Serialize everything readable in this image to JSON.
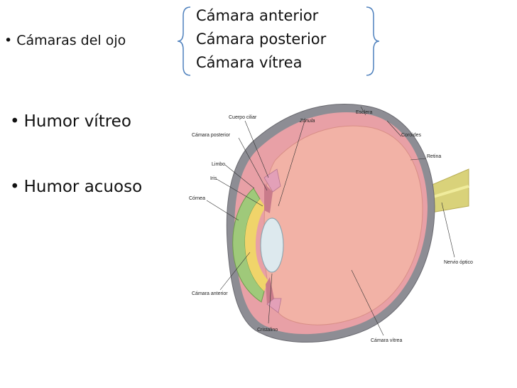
{
  "bullets": {
    "camaras": "Cámaras del ojo",
    "humor_vitreo": "Humor vítreo",
    "humor_acuoso": "Humor acuoso",
    "marker": "•"
  },
  "chambers": [
    "Cámara anterior",
    "Cámara posterior",
    "Cámara vítrea"
  ],
  "eye_labels": {
    "cuerpo_ciliar": "Cuerpo ciliar",
    "zonula": "Zónula",
    "esclera": "Esclera",
    "camara_posterior": "Cámara posterior",
    "coroides": "Coroides",
    "retina": "Retina",
    "limbo": "Limbo",
    "iris": "Iris",
    "cornea": "Córnea",
    "nervio_optico": "Nervio óptico",
    "camara_anterior": "Cámara anterior",
    "cristalino": "Cristalino",
    "camara_vitrea": "Cámara vítrea"
  },
  "colors": {
    "bracket": "#4f81bd",
    "sclera": "#8d8d94",
    "choroid": "#e8a0a6",
    "vitreous": "#f2b2a6",
    "cornea": "#9fc97a",
    "lens": "#dde9ee",
    "nerve": "#d9d27a"
  }
}
